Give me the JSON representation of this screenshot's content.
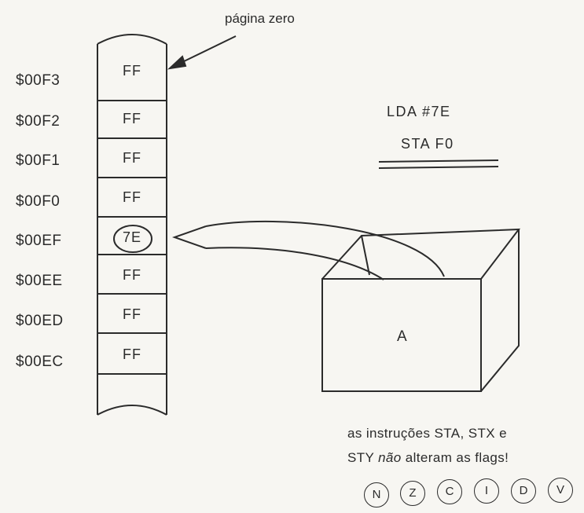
{
  "diagram": {
    "page_label": "página zero",
    "memory": {
      "addresses": [
        "$00F3",
        "$00F2",
        "$00F1",
        "$00F0",
        "$00EF",
        "$00EE",
        "$00ED",
        "$00EC"
      ],
      "values": [
        "FF",
        "FF",
        "FF",
        "FF",
        "7E",
        "FF",
        "FF",
        "FF"
      ],
      "highlighted_index": 4
    },
    "code": {
      "line1": "LDA #7E",
      "line2": "STA F0"
    },
    "register": {
      "label": "A"
    },
    "note": {
      "line1": "as instruções STA, STX e",
      "line2_a": "STY ",
      "line2_em": "não",
      "line2_b": " alteram as flags!"
    },
    "flags": [
      "N",
      "Z",
      "C",
      "I",
      "D",
      "V"
    ]
  }
}
